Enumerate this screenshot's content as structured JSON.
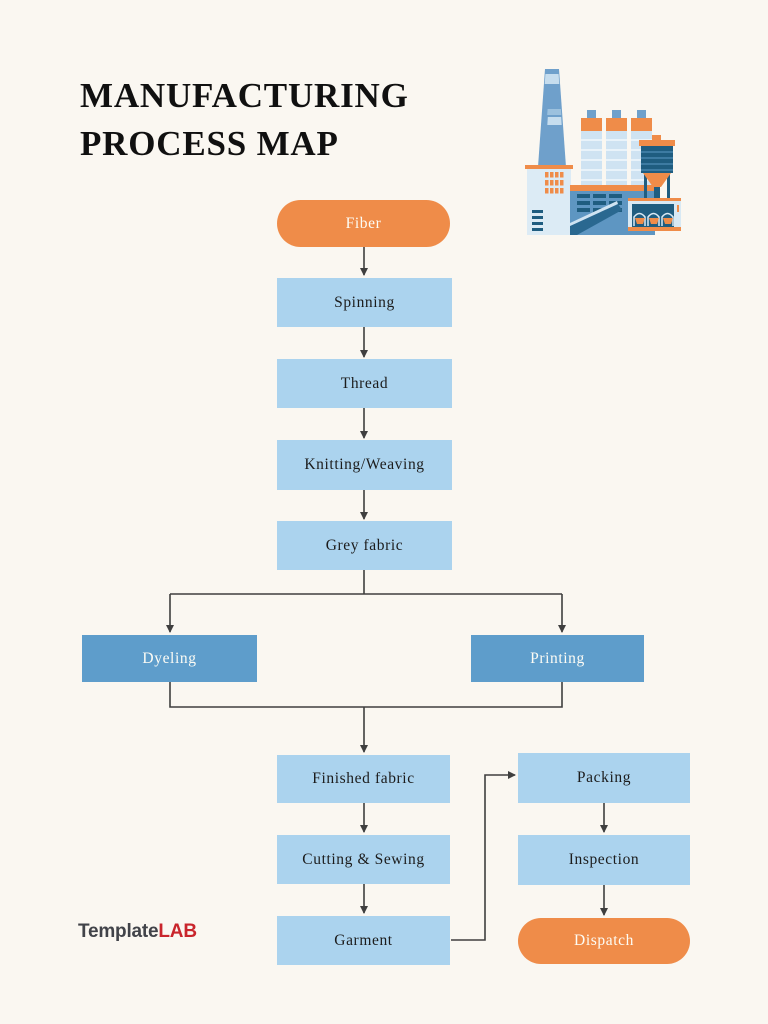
{
  "title": {
    "line1": "MANUFACTURING",
    "line2": "PROCESS MAP"
  },
  "logo": {
    "gray": "Template",
    "red": "LAB"
  },
  "colors": {
    "background": "#FAF7F1",
    "accent_orange": "#EF8C49",
    "light_blue": "#ABD3EE",
    "medium_blue": "#5E9DCB",
    "connector_line": "#3F3F3F",
    "node_text_dark": "#1C1C1C",
    "node_text_light": "#FDFCF5",
    "logo_gray": "#414349",
    "logo_red": "#C9252C"
  },
  "diagram": {
    "nodes": {
      "fiber": {
        "label": "Fiber",
        "shape": "pill",
        "style": "orange"
      },
      "spinning": {
        "label": "Spinning",
        "shape": "rect",
        "style": "light-blue"
      },
      "thread": {
        "label": "Thread",
        "shape": "rect",
        "style": "light-blue"
      },
      "knitting_weaving": {
        "label": "Knitting/Weaving",
        "shape": "rect",
        "style": "light-blue"
      },
      "grey_fabric": {
        "label": "Grey fabric",
        "shape": "rect",
        "style": "light-blue"
      },
      "dyeling": {
        "label": "Dyeling",
        "shape": "rect",
        "style": "medium-blue"
      },
      "printing": {
        "label": "Printing",
        "shape": "rect",
        "style": "medium-blue"
      },
      "finished_fabric": {
        "label": "Finished fabric",
        "shape": "rect",
        "style": "light-blue"
      },
      "cutting_sewing": {
        "label": "Cutting & Sewing",
        "shape": "rect",
        "style": "light-blue"
      },
      "garment": {
        "label": "Garment",
        "shape": "rect",
        "style": "light-blue"
      },
      "packing": {
        "label": "Packing",
        "shape": "rect",
        "style": "light-blue"
      },
      "inspection": {
        "label": "Inspection",
        "shape": "rect",
        "style": "light-blue"
      },
      "dispatch": {
        "label": "Dispatch",
        "shape": "pill",
        "style": "orange"
      }
    },
    "edges": [
      {
        "from": "Fiber",
        "to": "Spinning"
      },
      {
        "from": "Spinning",
        "to": "Thread"
      },
      {
        "from": "Thread",
        "to": "Knitting/Weaving"
      },
      {
        "from": "Knitting/Weaving",
        "to": "Grey fabric"
      },
      {
        "from": "Grey fabric",
        "to": "Dyeling"
      },
      {
        "from": "Grey fabric",
        "to": "Printing"
      },
      {
        "from": "Dyeling",
        "to": "Finished fabric"
      },
      {
        "from": "Printing",
        "to": "Finished fabric"
      },
      {
        "from": "Finished fabric",
        "to": "Cutting & Sewing"
      },
      {
        "from": "Cutting & Sewing",
        "to": "Garment"
      },
      {
        "from": "Garment",
        "to": "Packing"
      },
      {
        "from": "Packing",
        "to": "Inspection"
      },
      {
        "from": "Inspection",
        "to": "Dispatch"
      }
    ]
  },
  "illustration": {
    "name": "factory"
  }
}
